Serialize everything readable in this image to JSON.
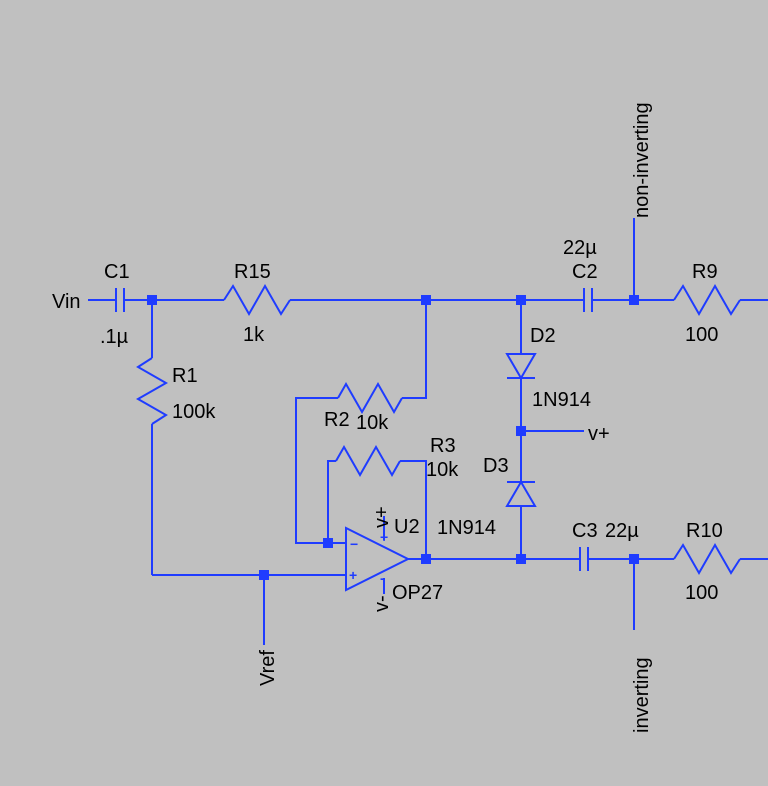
{
  "colors": {
    "background": "#c0c0c0",
    "wire": "#1f3cff",
    "text": "#000000"
  },
  "nets": {
    "vin": "Vin",
    "vref": "Vref",
    "vplus": "v+",
    "non_inverting": "non-inverting",
    "inverting": "inverting"
  },
  "components": {
    "c1": {
      "name": "C1",
      "value": ".1µ"
    },
    "r15": {
      "name": "R15",
      "value": "1k"
    },
    "r1": {
      "name": "R1",
      "value": "100k"
    },
    "r2": {
      "name": "R2",
      "value": "10k"
    },
    "r3": {
      "name": "R3",
      "value": "10k"
    },
    "u2": {
      "name": "U2",
      "value": "OP27",
      "pin_vpos": "v+",
      "pin_vneg": "v-",
      "plus": "+",
      "minus": "−"
    },
    "c2": {
      "name": "C2",
      "value": "22µ"
    },
    "c3": {
      "name": "C3",
      "value": "22µ"
    },
    "d2": {
      "name": "D2",
      "value": "1N914"
    },
    "d3": {
      "name": "D3",
      "value": "1N914"
    },
    "r9": {
      "name": "R9",
      "value": "100"
    },
    "r10": {
      "name": "R10",
      "value": "100"
    }
  }
}
